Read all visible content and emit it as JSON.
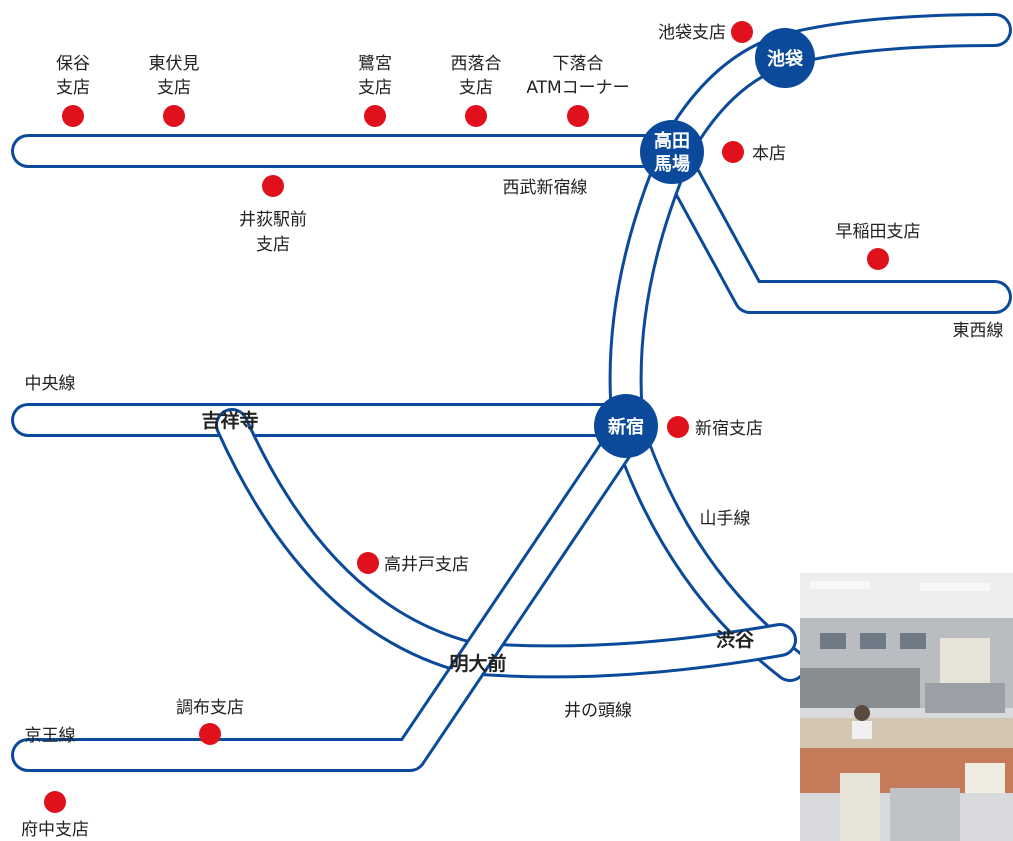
{
  "colors": {
    "line": "#0b4a9a",
    "branch_dot": "#e0101c",
    "hub": "#0b4a9a",
    "text": "#222222"
  },
  "lines": {
    "seibu_shinjuku": "西武新宿線",
    "tozai": "東西線",
    "chuo": "中央線",
    "yamanote": "山手線",
    "inokashira": "井の頭線",
    "keio": "京王線"
  },
  "hubs": {
    "ikebukuro": "池袋",
    "takadanobaba_1": "高田",
    "takadanobaba_2": "馬場",
    "shinjuku": "新宿"
  },
  "stations": {
    "kichijoji": "吉祥寺",
    "meidaimae": "明大前",
    "shibuya": "渋谷"
  },
  "branches": {
    "hoya_1": "保谷",
    "hoya_2": "支店",
    "higashifushimi_1": "東伏見",
    "higashifushimi_2": "支店",
    "saginomiya_1": "鷺宮",
    "saginomiya_2": "支店",
    "nishiochiai_1": "西落合",
    "nishiochiai_2": "支店",
    "shimoochiai_1": "下落合",
    "shimoochiai_2": "ATMコーナー",
    "iogi_1": "井荻駅前",
    "iogi_2": "支店",
    "ikebukuro": "池袋支店",
    "honten": "本店",
    "waseda": "早稲田支店",
    "shinjuku": "新宿支店",
    "takaido": "高井戸支店",
    "chofu": "調布支店",
    "fuchu": "府中支店"
  },
  "photo": {
    "subject": "bank-branch-interior-photo"
  }
}
